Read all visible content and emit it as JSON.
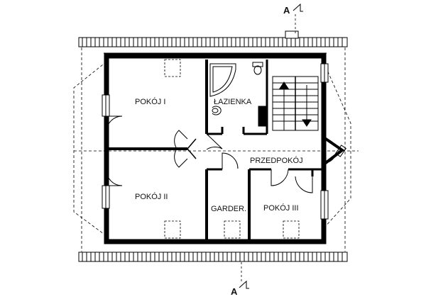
{
  "rooms": {
    "pokoj1": "POKÓJ I",
    "lazienka": "ŁAZIENKA",
    "przedpokoj": "PRZEDPOKÓJ",
    "pokoj2": "POKÓJ II",
    "garder": "GARDER.",
    "pokoj3": "POKÓJ III"
  },
  "section_marks": {
    "top": "A",
    "bottom": "A"
  }
}
